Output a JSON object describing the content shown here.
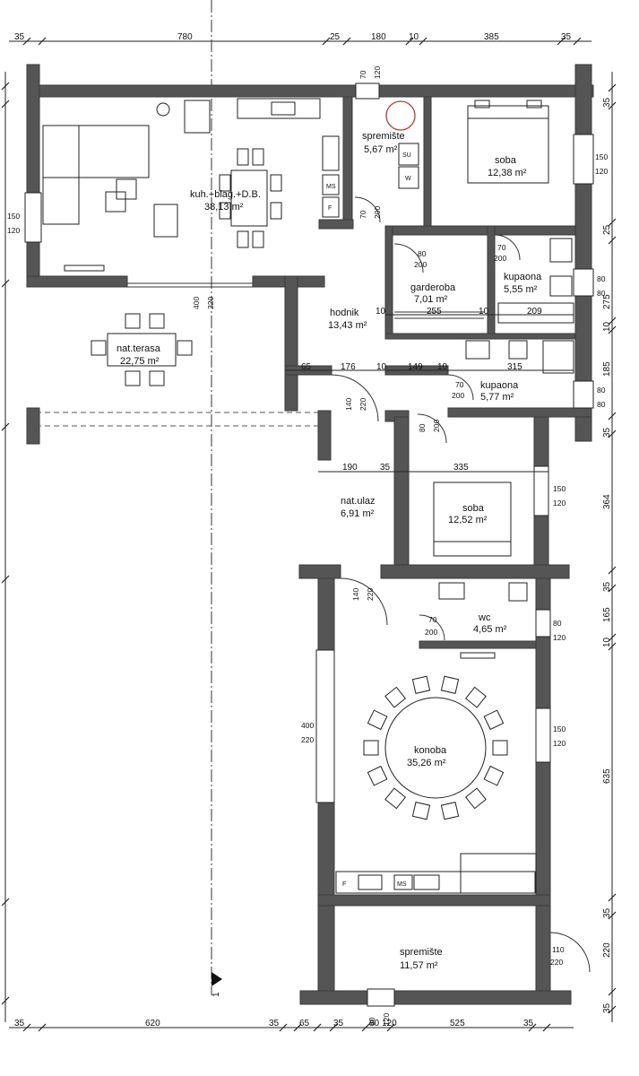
{
  "rooms": {
    "living": {
      "name": "kuh.+blag.+D.B.",
      "area": "38,13 m²"
    },
    "storage1": {
      "name": "spremište",
      "area": "5,67 m²"
    },
    "bedroom1": {
      "name": "soba",
      "area": "12,38 m²"
    },
    "terrace": {
      "name": "nat.terasa",
      "area": "22,75 m²"
    },
    "hall": {
      "name": "hodnik",
      "area": "13,43 m²"
    },
    "wardrobe": {
      "name": "garderoba",
      "area": "7,01 m²"
    },
    "bath1": {
      "name": "kupaona",
      "area": "5,55 m²"
    },
    "bath2": {
      "name": "kupaona",
      "area": "5,77 m²"
    },
    "entrance": {
      "name": "nat.ulaz",
      "area": "6,91 m²"
    },
    "bedroom2": {
      "name": "soba",
      "area": "12,52 m²"
    },
    "wc": {
      "name": "wc",
      "area": "4,65 m²"
    },
    "konoba": {
      "name": "konoba",
      "area": "35,26 m²"
    },
    "storage2": {
      "name": "spremište",
      "area": "11,57 m²"
    }
  },
  "dims_top": [
    "35",
    "780",
    "25",
    "180",
    "10",
    "385",
    "35"
  ],
  "dims_bottom": [
    "35",
    "620",
    "35",
    "65",
    "35",
    "80",
    "120",
    "525",
    "35"
  ],
  "dims_right": [
    "35",
    "150",
    "120",
    "25",
    "80",
    "80",
    "275",
    "10",
    "185",
    "80",
    "80",
    "35",
    "364",
    "150",
    "120",
    "35",
    "80",
    "120",
    "165",
    "10",
    "635",
    "150",
    "120",
    "35",
    "110",
    "220",
    "220",
    "35"
  ],
  "dims_inner": [
    "65",
    "176",
    "10",
    "149",
    "10",
    "315",
    "10",
    "255",
    "10",
    "209",
    "190",
    "35",
    "335"
  ],
  "doors": {
    "top_window": [
      "70",
      "120"
    ],
    "living_window": [
      "150",
      "120"
    ],
    "terrace_door": [
      "400",
      "220"
    ],
    "storage_door": [
      "70",
      "200"
    ],
    "wardrobe_door": [
      "80",
      "200"
    ],
    "bath1_door": [
      "70",
      "200"
    ],
    "bath2_door": [
      "70",
      "200"
    ],
    "hall_door": [
      "140",
      "220"
    ],
    "hall_door2": [
      "80",
      "200"
    ],
    "entrance_door": [
      "140",
      "220"
    ],
    "wc_door": [
      "70",
      "200"
    ],
    "konoba_window": [
      "400",
      "220"
    ],
    "konoba_window2": [
      "150",
      "120"
    ],
    "storage2_door": [
      "110",
      "220"
    ],
    "bottom_window": [
      "80",
      "120"
    ]
  },
  "appliances": {
    "fridge": "F",
    "microwave": "MS",
    "washer": "W",
    "dryer": "SU"
  },
  "section_mark": "1"
}
